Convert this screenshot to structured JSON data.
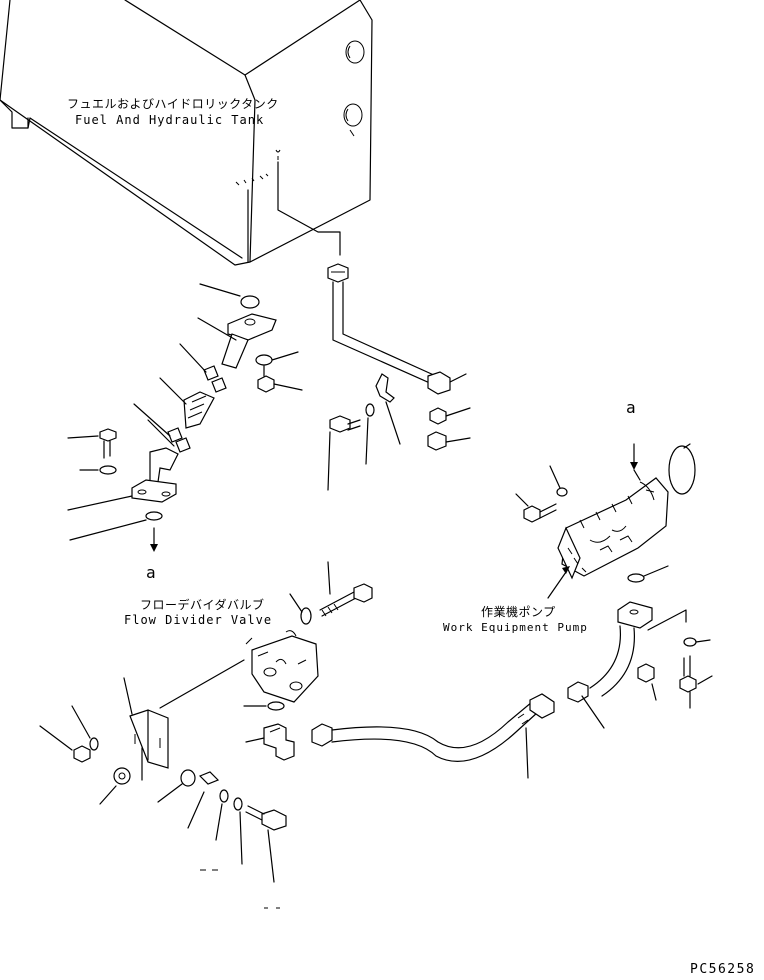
{
  "labels": {
    "tank_jp": "フュエルおよびハイドロリックタンク",
    "tank_en": "Fuel And Hydraulic Tank",
    "valve_jp": "フローデバイダバルブ",
    "valve_en": "Flow Divider Valve",
    "pump_jp": "作業機ポンプ",
    "pump_en": "Work Equipment Pump",
    "ref_a_left": "a",
    "ref_a_right": "a",
    "drawing_code": "PC56258"
  }
}
